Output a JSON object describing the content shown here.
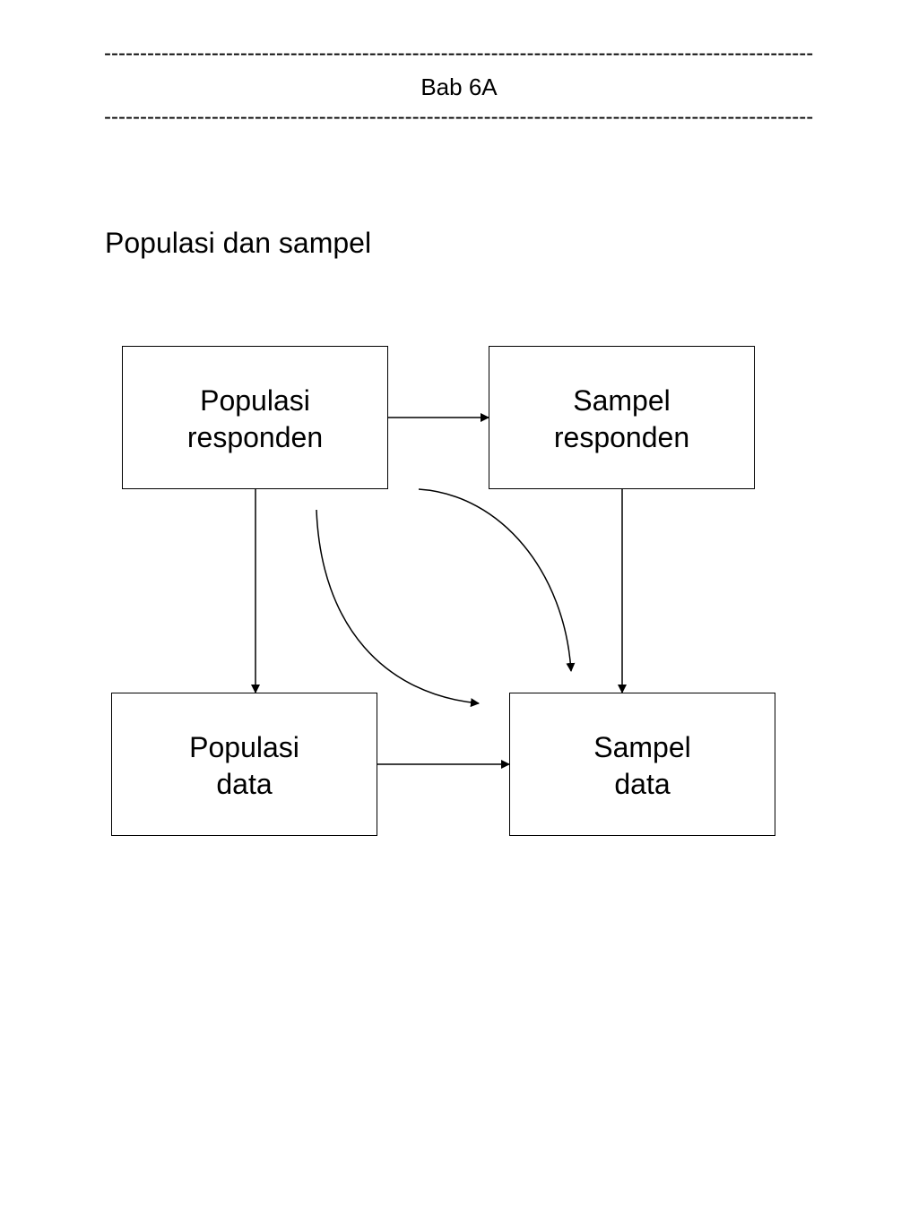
{
  "header": {
    "dashes": "-------------------------------------------------------------------------------------------------------",
    "chapter": "Bab 6A"
  },
  "section": {
    "title": "Populasi dan sampel"
  },
  "diagram": {
    "nodes": [
      {
        "id": "populasi-responden",
        "line1": "Populasi",
        "line2": "responden"
      },
      {
        "id": "sampel-responden",
        "line1": "Sampel",
        "line2": "responden"
      },
      {
        "id": "populasi-data",
        "line1": "Populasi",
        "line2": "data"
      },
      {
        "id": "sampel-data",
        "line1": "Sampel",
        "line2": "data"
      }
    ],
    "edges": [
      {
        "from": "populasi-responden",
        "to": "sampel-responden",
        "style": "straight"
      },
      {
        "from": "populasi-responden",
        "to": "populasi-data",
        "style": "straight"
      },
      {
        "from": "sampel-responden",
        "to": "sampel-data",
        "style": "straight"
      },
      {
        "from": "populasi-data",
        "to": "sampel-data",
        "style": "straight"
      },
      {
        "from": "populasi-responden",
        "to": "sampel-data",
        "style": "curved"
      },
      {
        "from": "populasi-responden",
        "to": "sampel-data",
        "style": "curved"
      }
    ]
  }
}
